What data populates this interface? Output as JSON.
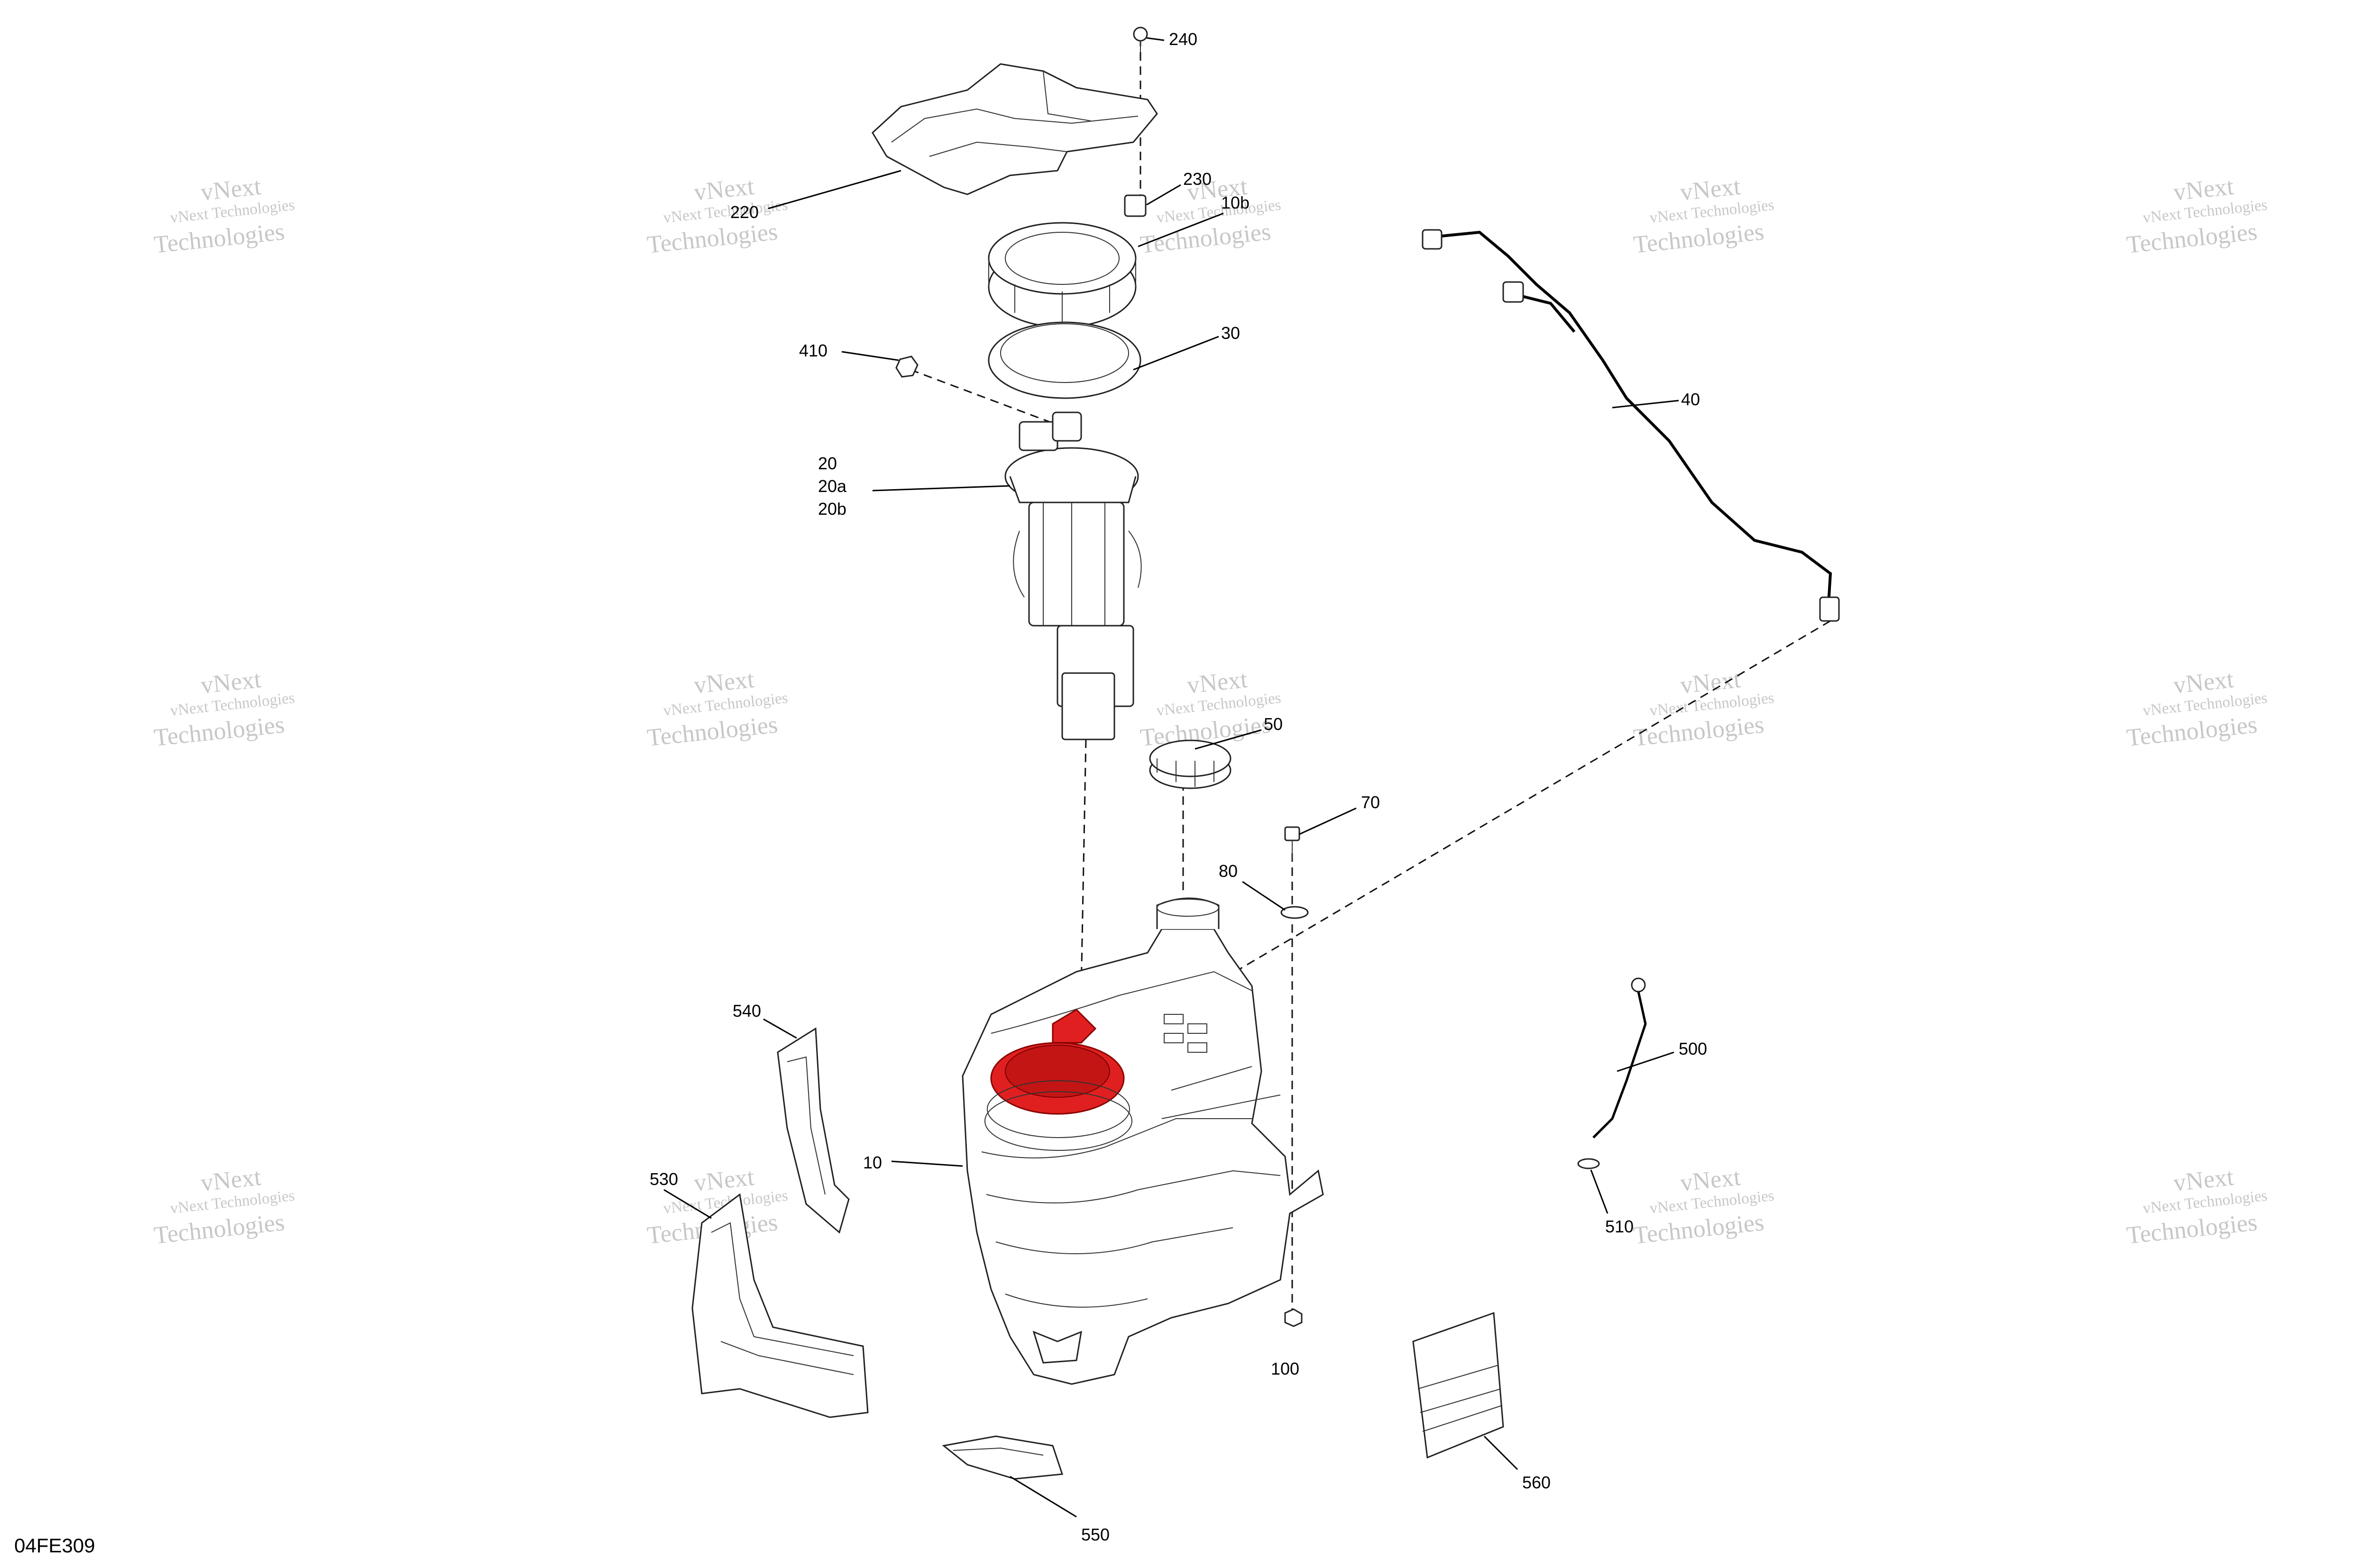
{
  "diagram_code": "04FE309",
  "watermark": {
    "line1": "vNext Technologies",
    "line2": "vNext",
    "line3": "Technologies"
  },
  "callouts": [
    {
      "id": "240",
      "label": "240"
    },
    {
      "id": "220",
      "label": "220"
    },
    {
      "id": "230",
      "label": "230"
    },
    {
      "id": "10b",
      "label": "10b"
    },
    {
      "id": "30",
      "label": "30"
    },
    {
      "id": "410",
      "label": "410"
    },
    {
      "id": "20",
      "label": "20"
    },
    {
      "id": "20a",
      "label": "20a"
    },
    {
      "id": "20b",
      "label": "20b"
    },
    {
      "id": "40",
      "label": "40"
    },
    {
      "id": "50",
      "label": "50"
    },
    {
      "id": "70",
      "label": "70"
    },
    {
      "id": "80",
      "label": "80"
    },
    {
      "id": "540",
      "label": "540"
    },
    {
      "id": "500",
      "label": "500"
    },
    {
      "id": "10",
      "label": "10"
    },
    {
      "id": "530",
      "label": "530"
    },
    {
      "id": "510",
      "label": "510"
    },
    {
      "id": "100",
      "label": "100"
    },
    {
      "id": "560",
      "label": "560"
    },
    {
      "id": "550",
      "label": "550"
    }
  ],
  "highlight_color": "#e02020"
}
